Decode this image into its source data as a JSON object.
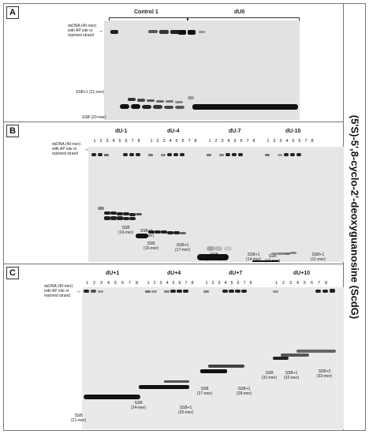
{
  "title": "(5'S)-5',8-cyclo-2'-deoxyguanosine (ScdG)",
  "panels": {
    "A": {
      "label": "A",
      "groups": [
        "Control 1",
        "dU0"
      ],
      "ds_label": "dsDNA (40-mer)\nwith AP site or\nrejoined strand",
      "ssb1": "SSB+1 (21-mer)",
      "ssb": "SSB (20-mer)"
    },
    "B": {
      "label": "B",
      "groups": [
        "dU-1",
        "dU-4",
        "dU-7",
        "dU-10"
      ],
      "ds_label": "dsDNA (40-mer)\nwith AP site or\nrejoined strand",
      "lanes": [
        "1",
        "2",
        "3",
        "4",
        "5",
        "6",
        "7",
        "8"
      ],
      "annotations": [
        {
          "a": "SSB",
          "b": "(19-mer)"
        },
        {
          "a": "SSB+1",
          "b": "(20-mer)"
        },
        {
          "a": "SSB",
          "b": "(16-mer)"
        },
        {
          "a": "SSB+1",
          "b": "(17-mer)"
        },
        {
          "a": "SSB",
          "b": "(13-mer)"
        },
        {
          "a": "SSB+1",
          "b": "(14-mer)"
        },
        {
          "a": "SSB",
          "b": "(10-mer)"
        },
        {
          "a": "SSB+1",
          "b": "(11-mer)"
        }
      ]
    },
    "C": {
      "label": "C",
      "groups": [
        "dU+1",
        "dU+4",
        "dU+7",
        "dU+10"
      ],
      "ds_label": "dsDNA (40-mer)\nwith AP site or\nrejoined strand",
      "lanes": [
        "1",
        "2",
        "3",
        "4",
        "5",
        "6",
        "7",
        "8"
      ],
      "annotations": [
        {
          "a": "SSB",
          "b": "(21-mer)"
        },
        {
          "a": "SSB",
          "b": "(24-mer)"
        },
        {
          "a": "SSB+1",
          "b": "(25-mer)"
        },
        {
          "a": "SSB",
          "b": "(27-mer)"
        },
        {
          "a": "SSB+1",
          "b": "(28-mer)"
        },
        {
          "a": "SSB",
          "b": "(31-mer)"
        },
        {
          "a": "SSB+1",
          "b": "(32-mer)"
        },
        {
          "a": "SSB+2",
          "b": "(33-mer)"
        }
      ]
    }
  }
}
